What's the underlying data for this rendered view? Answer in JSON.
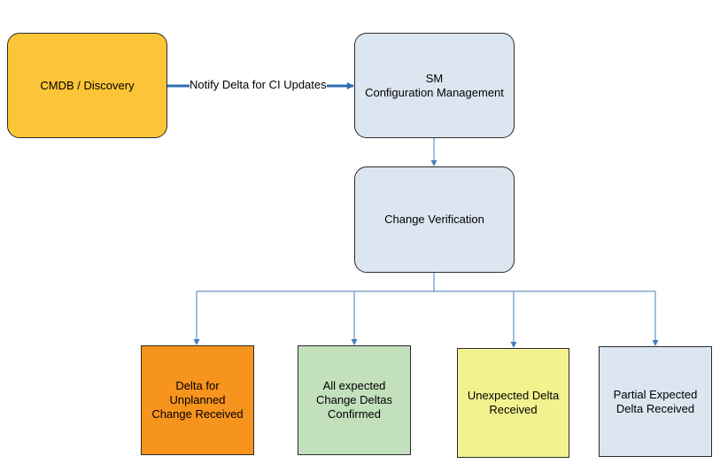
{
  "nodes": {
    "cmdb": {
      "label": "CMDB / Discovery"
    },
    "sm": {
      "line1": "SM",
      "line2": "Configuration Management"
    },
    "verify": {
      "label": "Change Verification"
    },
    "leaf1": {
      "line1": "Delta for",
      "line2": "Unplanned",
      "line3": "Change Received"
    },
    "leaf2": {
      "line1": "All expected",
      "line2": "Change Deltas",
      "line3": "Confirmed"
    },
    "leaf3": {
      "line1": "Unexpected Delta",
      "line2": "Received"
    },
    "leaf4": {
      "line1": "Partial Expected",
      "line2": "Delta Received"
    }
  },
  "edges": {
    "notify_label": "Notify Delta for CI Updates"
  },
  "colors": {
    "cmdb_fill": "#fcc537",
    "config_fill": "#dce6f1",
    "unplanned_fill": "#f7941d",
    "confirmed_fill": "#c3e0bd",
    "unexpected_fill": "#f3f28e",
    "partial_fill": "#dce6f1",
    "connector": "#4a7ebb"
  }
}
